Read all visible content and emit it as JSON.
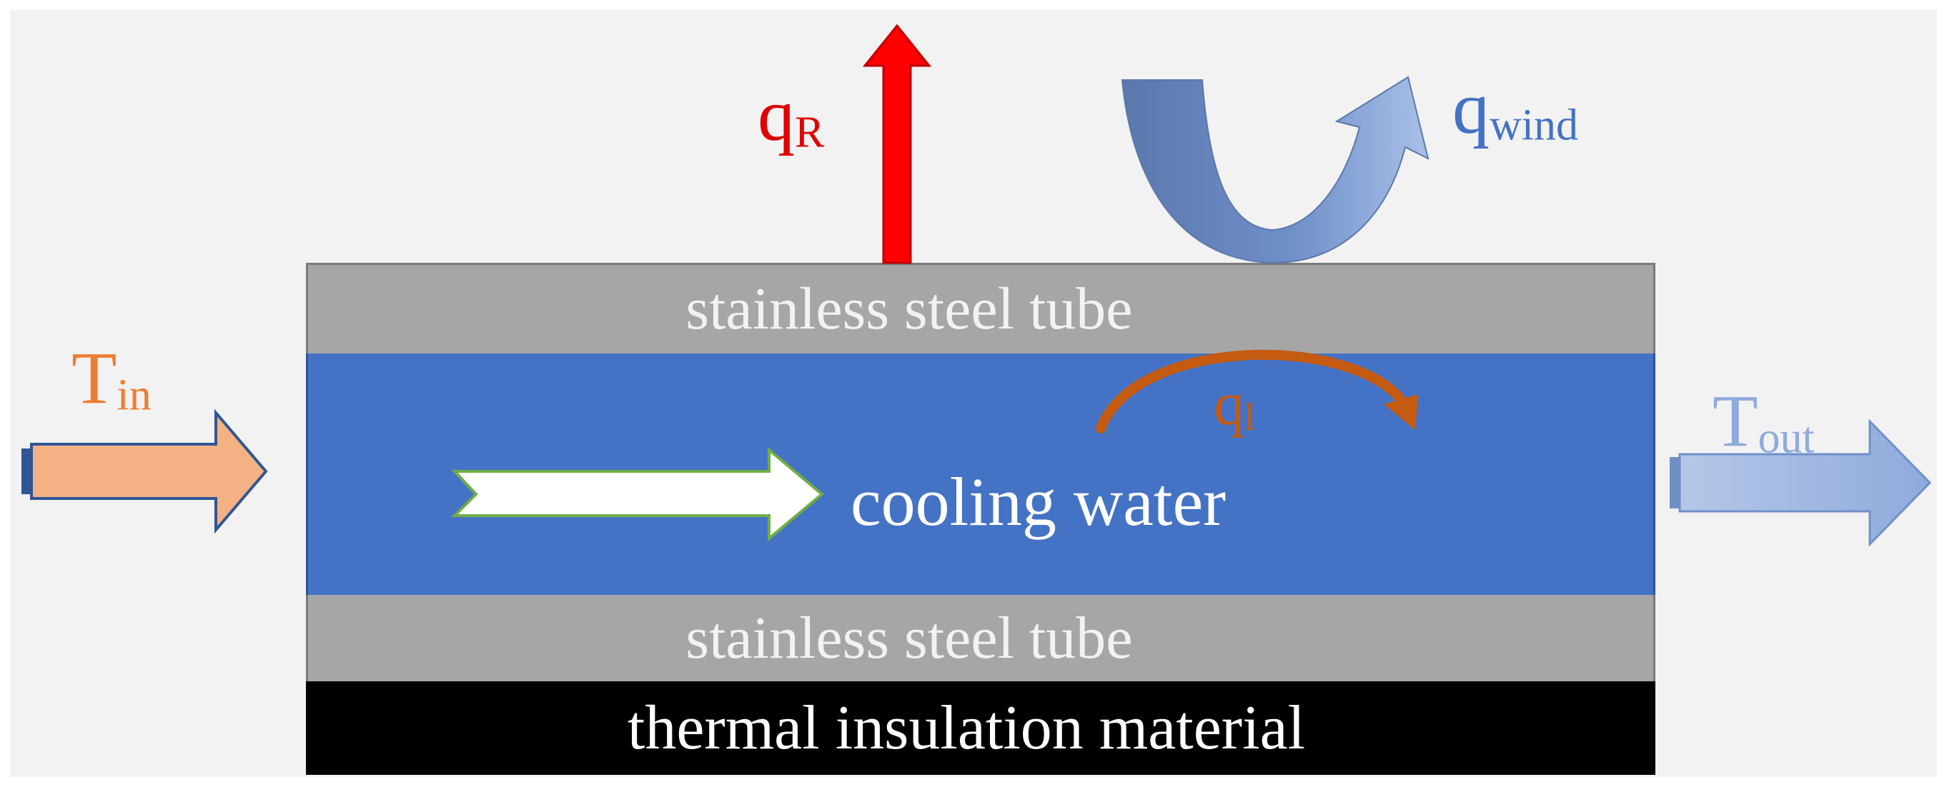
{
  "layers": {
    "steel_top": "stainless steel tube",
    "water": "cooling water",
    "steel_bottom": "stainless steel tube",
    "insulation": "thermal insulation material"
  },
  "symbols": {
    "q_r": {
      "main": "q",
      "sub": "R"
    },
    "q_wind": {
      "main": "q",
      "sub": "wind"
    },
    "q_l": {
      "main": "q",
      "sub": "l"
    },
    "t_in": {
      "main": "T",
      "sub": "in"
    },
    "t_out": {
      "main": "T",
      "sub": "out"
    }
  },
  "colors": {
    "background": "#f2f2f2",
    "steel": "#a6a6a6",
    "water": "#4472c4",
    "insulation": "#000000",
    "radiation_arrow": "#ff0000",
    "wind_arrow": "#6f8fc9",
    "inlet_arrow": "#f4b183",
    "outlet_arrow": "#8faadc",
    "conduction_arrow": "#c55a11"
  }
}
